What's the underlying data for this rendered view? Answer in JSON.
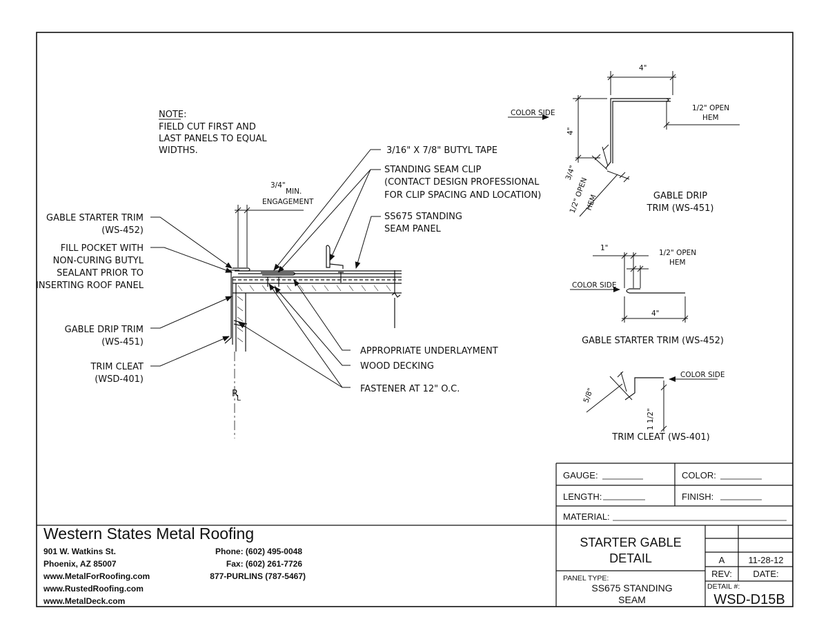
{
  "note": {
    "title": "NOTE:",
    "lines": [
      "FIELD CUT FIRST AND",
      "LAST PANELS TO EQUAL",
      "WIDTHS."
    ]
  },
  "main_detail": {
    "engagement_fraction": "3/4\"",
    "engagement_label": "MIN.",
    "engagement_label2": "ENGAGEMENT",
    "butyl_tape": "3/16\" X 7/8\" BUTYL TAPE",
    "clip": [
      "STANDING SEAM CLIP",
      "(CONTACT DESIGN PROFESSIONAL",
      "FOR CLIP SPACING AND LOCATION)"
    ],
    "panel": [
      "SS675 STANDING",
      "SEAM PANEL"
    ],
    "starter_trim": [
      "GABLE STARTER TRIM",
      "(WS-452)"
    ],
    "fill_pocket": [
      "FILL POCKET WITH",
      "NON-CURING BUTYL",
      "SEALANT PRIOR TO",
      "INSERTING ROOF PANEL"
    ],
    "drip_trim": [
      "GABLE DRIP TRIM",
      "(WS-451)"
    ],
    "trim_cleat": [
      "TRIM CLEAT",
      "(WSD-401)"
    ],
    "underlayment": "APPROPRIATE UNDERLAYMENT",
    "decking": "WOOD DECKING",
    "fastener": "FASTENER AT 12\" O.C.",
    "centerline": "R",
    "centerline_sub": "L"
  },
  "drip_detail": {
    "dim_top": "4\"",
    "color_side": "COLOR SIDE",
    "dim_left": "4\"",
    "dim_hem": [
      "1/2\" OPEN",
      "HEM"
    ],
    "dim_3_4": "3/4\"",
    "dim_half_hem": [
      "1/2\" OPEN",
      "HEM"
    ],
    "title": [
      "GABLE DRIP",
      "TRIM (WS-451)"
    ]
  },
  "starter_detail": {
    "dim_1": "1\"",
    "dim_hem": [
      "1/2\" OPEN",
      "HEM"
    ],
    "color_side": "COLOR SIDE",
    "dim_4": "4\"",
    "title": "GABLE STARTER TRIM (WS-452)"
  },
  "cleat_detail": {
    "color_side": "COLOR SIDE",
    "dim_58": "5/8\"",
    "dim_112": "1 1/2\"",
    "title": "TRIM CLEAT (WS-401)"
  },
  "title_block": {
    "gauge": "GAUGE:",
    "color": "COLOR:",
    "length": "LENGTH:",
    "finish": "FINISH:",
    "material": "MATERIAL:",
    "company": "Western States Metal Roofing",
    "address1": "901 W. Watkins St.",
    "address2": "Phoenix, AZ 85007",
    "web1": "www.MetalForRoofing.com",
    "web2": "www.RustedRoofing.com",
    "web3": "www.MetalDeck.com",
    "phone": "Phone: (602) 495-0048",
    "fax": "Fax: (602) 261-7726",
    "tollfree": "877-PURLINS (787-5467)",
    "title_line1": "STARTER GABLE",
    "title_line2": "DETAIL",
    "rev": "A",
    "date": "11-28-12",
    "rev_label": "REV:",
    "date_label": "DATE:",
    "panel_type_label": "PANEL TYPE:",
    "panel_type_line1": "SS675 STANDING",
    "panel_type_line2": "SEAM",
    "detail_label": "DETAIL #:",
    "detail_no": "WSD-D15B"
  }
}
